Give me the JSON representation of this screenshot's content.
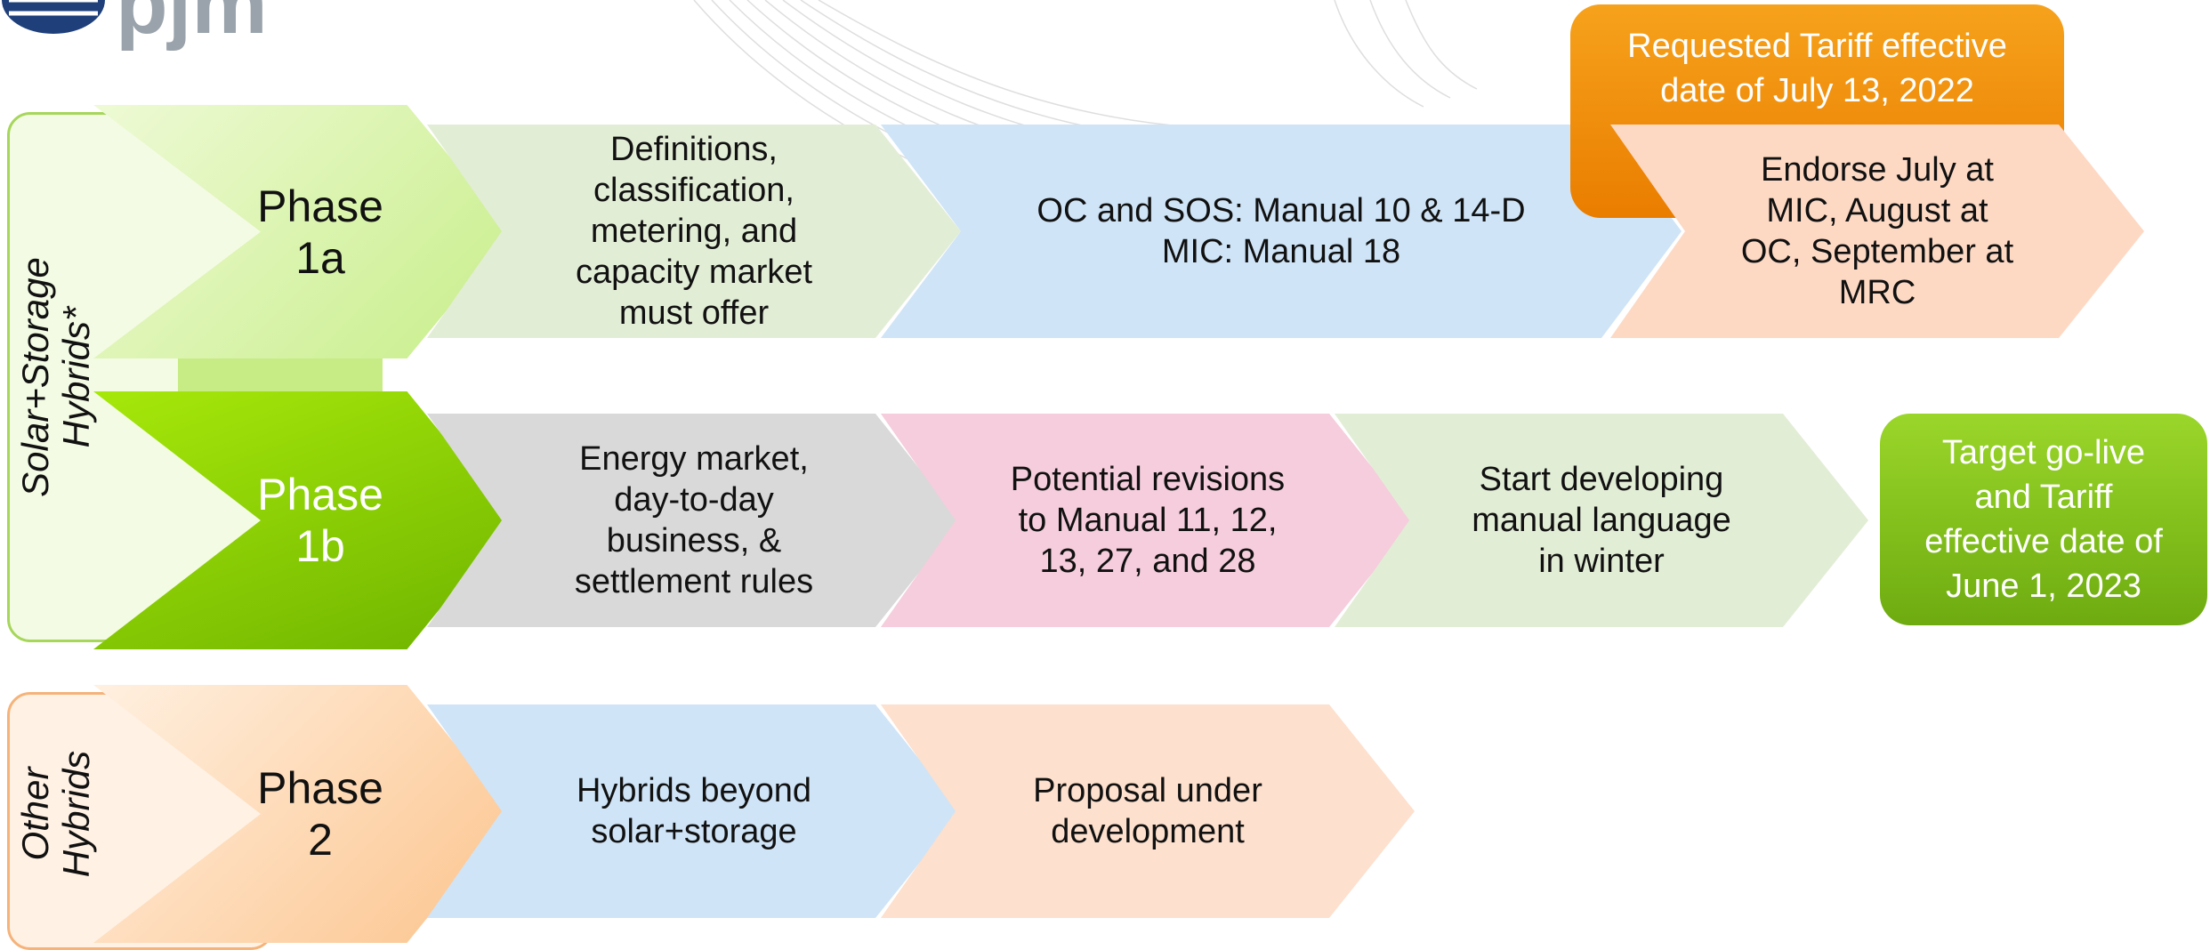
{
  "logo": {
    "text": "pjm"
  },
  "rows": [
    {
      "label": "Solar+Storage Hybrids*",
      "phases": [
        {
          "phase": "Phase\n1a",
          "colors": {
            "phase_bg": "#d8f2a6",
            "phase_text": "#111111"
          },
          "steps": [
            {
              "text": "Definitions,\nclassification,\nmetering, and\ncapacity market\nmust offer",
              "color": "#e2edd6"
            },
            {
              "text": "OC and SOS: Manual 10 & 14-D\nMIC: Manual 18",
              "color": "#cfe4f7"
            },
            {
              "text": "Endorse July at\nMIC, August  at\nOC, September at\nMRC",
              "color": "#fdd9c4"
            }
          ]
        },
        {
          "phase": "Phase\n1b",
          "colors": {
            "phase_bg": "#8cd000",
            "phase_text": "#ffffff"
          },
          "steps": [
            {
              "text": "Energy market,\nday-to-day\nbusiness, &\nsettlement rules",
              "color": "#d9d9d9"
            },
            {
              "text": "Potential revisions\nto Manual 11, 12,\n13, 27, and 28",
              "color": "#f5cddc"
            },
            {
              "text": "Start developing\nmanual language\nin winter",
              "color": "#e2edd6"
            }
          ]
        }
      ]
    },
    {
      "label": "Other\nHybrids",
      "phases": [
        {
          "phase": "Phase\n2",
          "colors": {
            "phase_bg": "#fdd3a9",
            "phase_text": "#111111"
          },
          "steps": [
            {
              "text": "Hybrids beyond\nsolar+storage",
              "color": "#cfe4f7"
            },
            {
              "text": "Proposal under\ndevelopment",
              "color": "#fde0cd"
            }
          ]
        }
      ]
    }
  ],
  "callouts": [
    {
      "text": "Requested Tariff effective\ndate of July 13, 2022",
      "color": "#f08a00"
    },
    {
      "text": "Target go-live\nand Tariff\neffective date of\nJune 1, 2023",
      "color": "#7fbf12"
    }
  ],
  "colors": {
    "logo": "#9aa3ab",
    "logo_blue": "#1e3f7a",
    "border_green": "#a6d65a",
    "border_orange": "#f5b37a"
  }
}
